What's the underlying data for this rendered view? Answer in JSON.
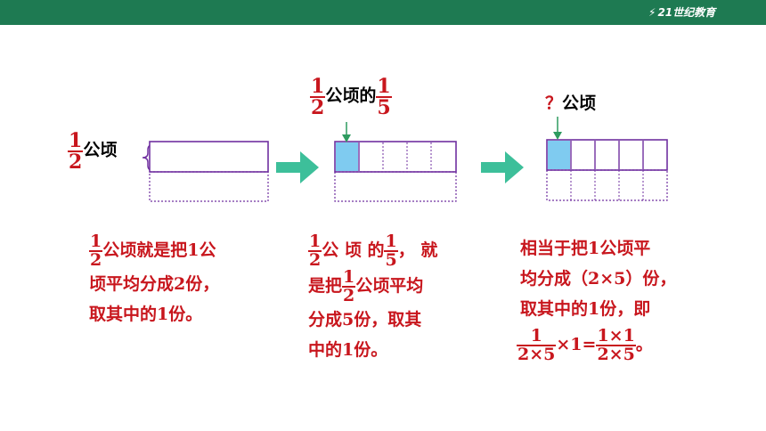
{
  "header": {
    "logo_text": "21世纪教育"
  },
  "diagram": {
    "step1": {
      "fraction": {
        "num": "1",
        "den": "2"
      },
      "unit": "公顷"
    },
    "step2": {
      "frac1": {
        "num": "1",
        "den": "2"
      },
      "text": "公顷的",
      "frac2": {
        "num": "1",
        "den": "5"
      }
    },
    "step3": {
      "question": "？",
      "unit": "公顷"
    }
  },
  "explanations": {
    "e1": {
      "frac": {
        "num": "1",
        "den": "2"
      },
      "line1": "公顷就是把1公",
      "line2": "顷平均分成2份，",
      "line3": "取其中的1份。"
    },
    "e2": {
      "frac1": {
        "num": "1",
        "den": "2"
      },
      "part1": "公 顷 的",
      "frac2": {
        "num": "1",
        "den": "5"
      },
      "part2": "， 就",
      "line2a": "是把",
      "frac3": {
        "num": "1",
        "den": "2"
      },
      "line2b": "公顷平均",
      "line3": "分成5份，取其",
      "line4": "中的1份。"
    },
    "e3": {
      "line1": "相当于把1公顷平",
      "line2": "均分成（2×5）份，",
      "line3": "取其中的1份，即",
      "f1": {
        "num": "1",
        "den": "2×5"
      },
      "mul": "×1=",
      "f2": {
        "num": "1×1",
        "den": "2×5"
      },
      "end": "。"
    }
  },
  "colors": {
    "bar": "#1e7a52",
    "accent": "#c8161d",
    "rect": "#7030a0",
    "fill": "#7fcbf0",
    "arrow": "#3dbf9a",
    "pointer": "#2e9b5f"
  }
}
